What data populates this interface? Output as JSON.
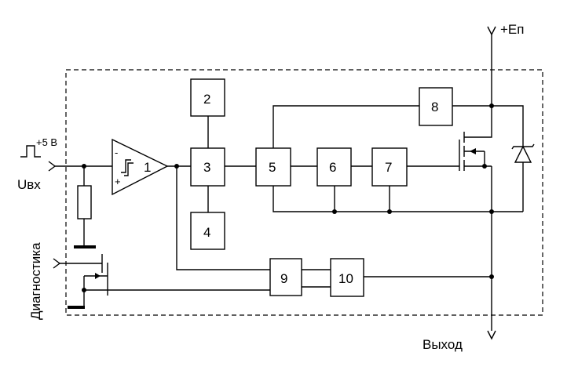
{
  "labels": {
    "supply": "+Еп",
    "output": "Выход",
    "input": "Uвх",
    "diagnostics": "Диагностика",
    "pulse_level": "+5 В"
  },
  "blocks": {
    "b1": "1",
    "b2": "2",
    "b3": "3",
    "b4": "4",
    "b5": "5",
    "b6": "6",
    "b7": "7",
    "b8": "8",
    "b9": "9",
    "b10": "10"
  },
  "opamp": {
    "minus": "-",
    "plus": "+"
  }
}
